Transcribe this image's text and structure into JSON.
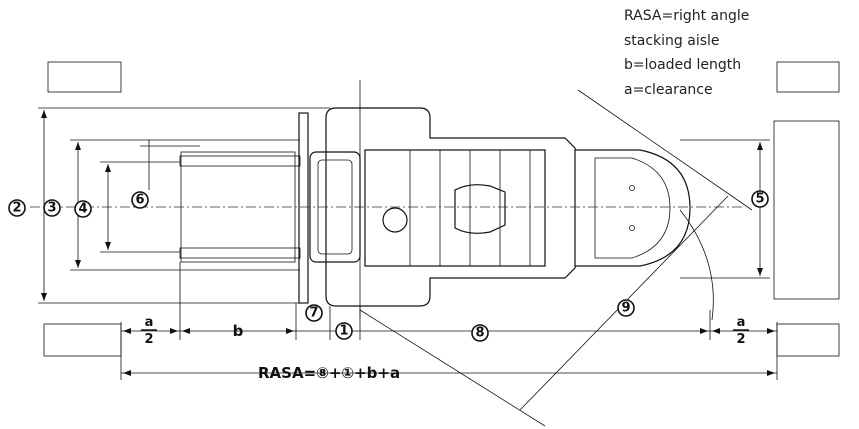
{
  "legend": {
    "line1": "RASA=right angle",
    "line2": "stacking aisle",
    "line3": "b=loaded length",
    "line4": "a=clearance"
  },
  "dimensions": {
    "c1": "1",
    "c2": "2",
    "c3": "3",
    "c4": "4",
    "c5": "5",
    "c6": "6",
    "c7": "7",
    "c8": "8",
    "c9": "9"
  },
  "bottom": {
    "a_num": "a",
    "a_den": "2",
    "b": "b",
    "formula": "RASA=⑧+①+b+a"
  }
}
